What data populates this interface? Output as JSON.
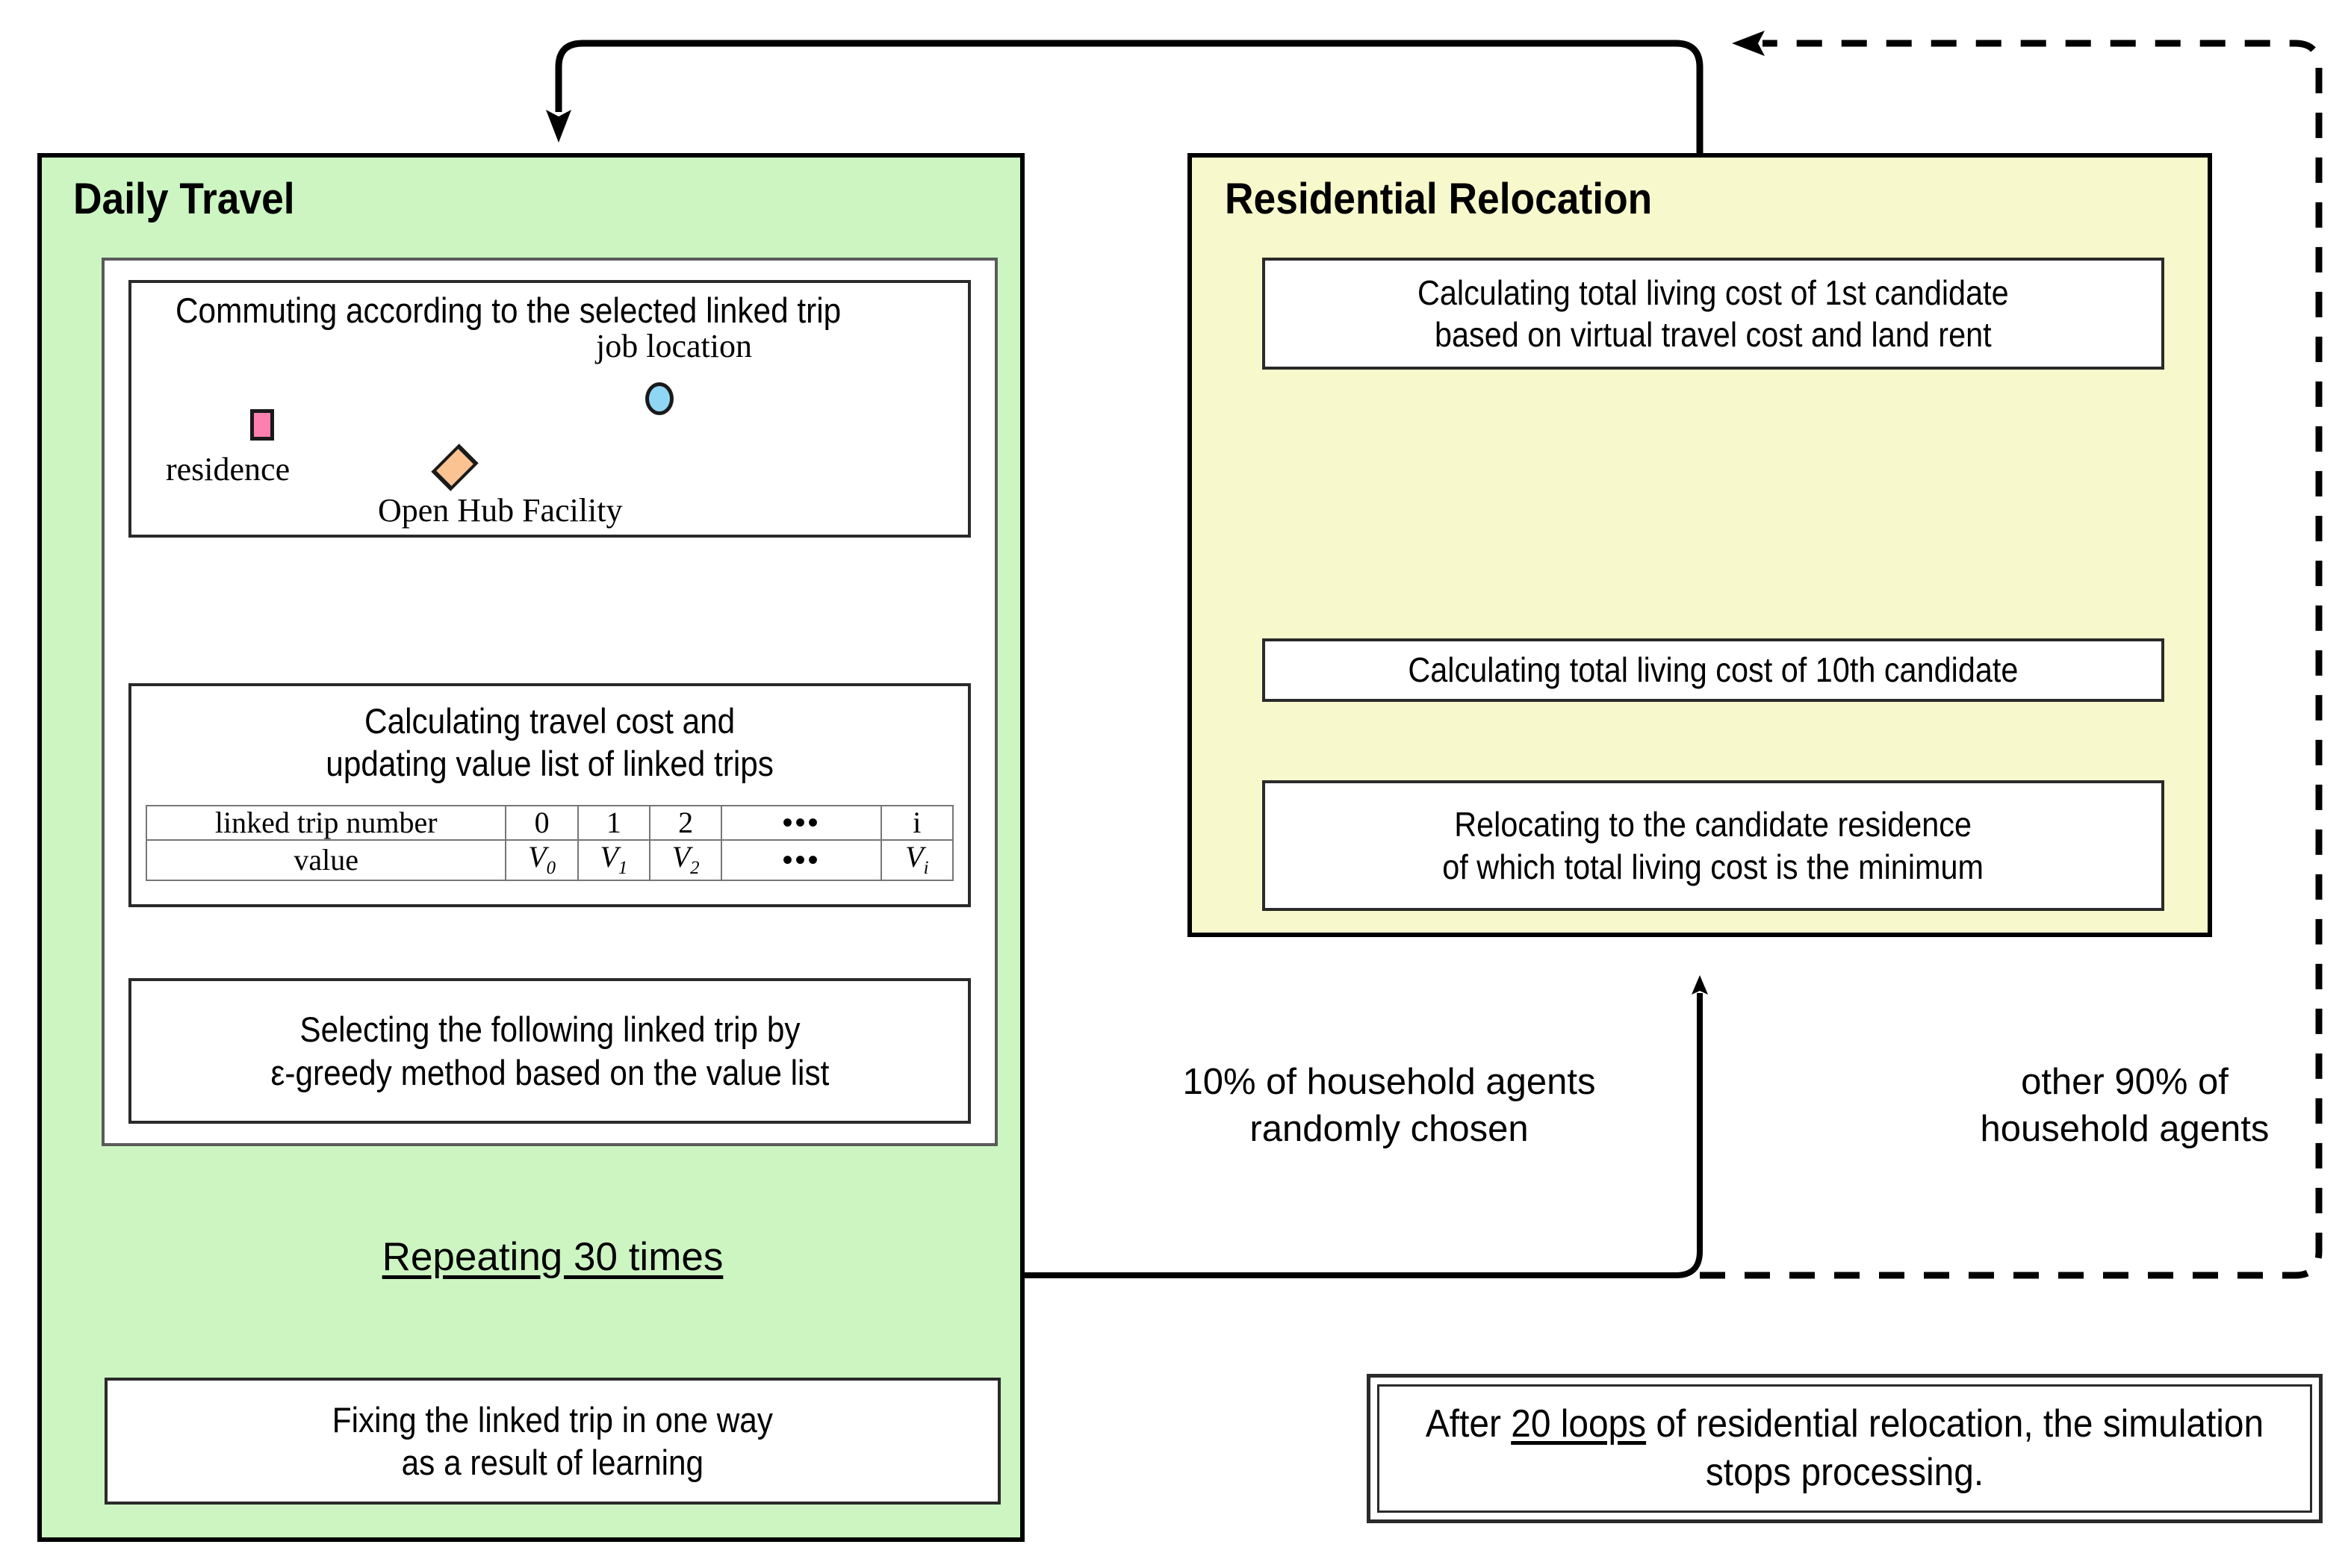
{
  "diagram": {
    "title_daily": "Daily Travel",
    "title_reloc": "Residential  Relocation",
    "colors": {
      "daily_panel": "#CCF5C2",
      "reloc_panel": "#F7F9CC",
      "residence_marker": "#FF80B0",
      "job_marker": "#8FD6F5",
      "hub_marker": "#FBC391",
      "stroke": "#000000"
    }
  },
  "daily_travel": {
    "commuting_box": {
      "caption": "Commuting according to the selected linked trip",
      "markers": [
        {
          "name": "residence",
          "label": "residence",
          "shape": "square",
          "color": "#FF80B0"
        },
        {
          "name": "job-location",
          "label": "job location",
          "shape": "circle",
          "color": "#8FD6F5"
        },
        {
          "name": "open-hub-facility",
          "label": "Open Hub Facility",
          "shape": "diamond",
          "color": "#FBC391"
        }
      ],
      "edges": [
        {
          "from": "residence",
          "to": "job location"
        },
        {
          "from": "job location",
          "to": "Open Hub Facility"
        },
        {
          "from": "Open Hub Facility",
          "to": "residence"
        }
      ]
    },
    "calc_box": "Calculating travel cost and\nupdating value list of linked trips",
    "value_table": {
      "row_labels": [
        "linked trip number",
        "value"
      ],
      "trip_numbers": [
        "0",
        "1",
        "2",
        "•••",
        "i"
      ],
      "values": [
        "V0",
        "V1",
        "V2",
        "•••",
        "Vi"
      ]
    },
    "select_box": "Selecting the following linked trip by\nε-greedy method based on the value list",
    "repeat_label_prefix": "Repeating 30 times",
    "repeat_label_underlined": "Repeating 30 times",
    "fix_box": "Fixing the linked trip in one way\nas a result of learning"
  },
  "residential_relocation": {
    "first_candidate_box": "Calculating total living cost of 1st candidate\nbased on virtual travel cost and land rent",
    "tenth_candidate_box": "Calculating total living cost of 10th candidate",
    "relocate_box": "Relocating to the candidate residence\nof which total living cost is the minimum"
  },
  "flow_labels": {
    "ten_percent": "10% of household agents\nrandomly chosen",
    "ninety_percent": "other 90% of\nhousehold agents"
  },
  "stop_note": {
    "before": "After ",
    "emphasis": "20 loops",
    "after": " of residential relocation,\nthe simulation stops processing."
  }
}
